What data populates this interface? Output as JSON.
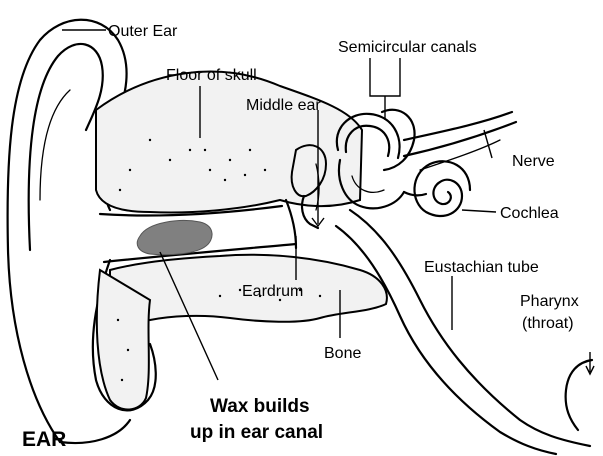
{
  "title": "EAR",
  "labels": {
    "outer_ear": "Outer Ear",
    "semicircular_canals": "Semicircular canals",
    "floor_of_skull": "Floor of skull",
    "middle_ear": "Middle ear",
    "nerve": "Nerve",
    "cochlea": "Cochlea",
    "eustachian_tube": "Eustachian tube",
    "eardrum": "Eardrum",
    "pharynx_line1": "Pharynx",
    "pharynx_line2": "(throat)",
    "bone": "Bone"
  },
  "callout": {
    "line1": "Wax builds",
    "line2": "up in ear canal"
  },
  "colors": {
    "wax": "#808080",
    "bone_fill": "#f2f2f2",
    "outline": "#000000"
  }
}
